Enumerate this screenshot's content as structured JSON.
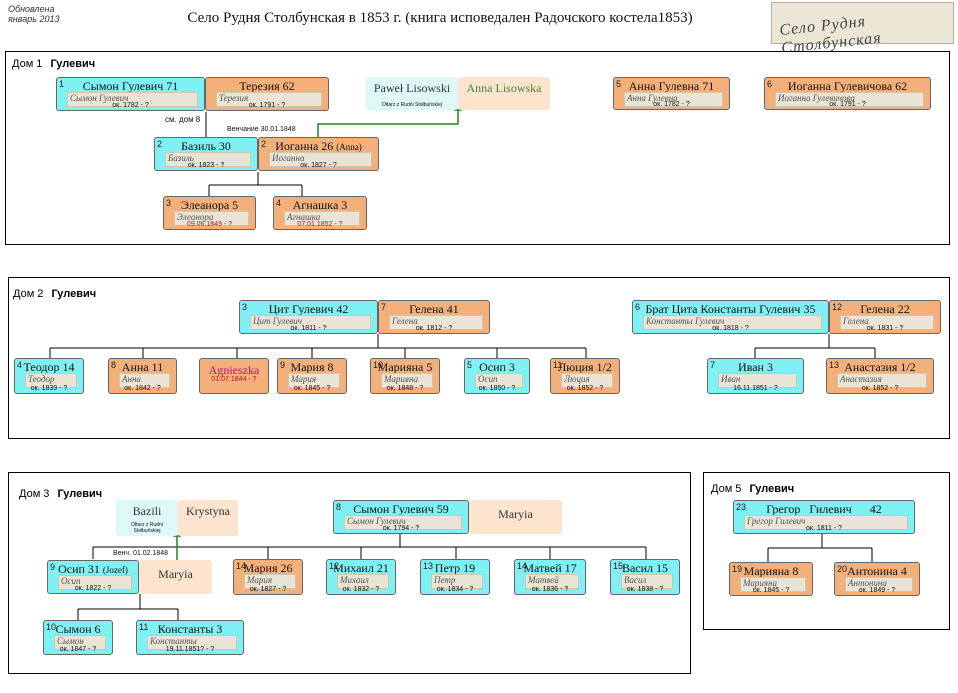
{
  "header": {
    "updated": "Обновлена январь 2013",
    "title": "Село Рудня Столбунская в 1853 г. (книга исповедален Радочского костела1853)",
    "signature": "Село Рудня Столбунская"
  },
  "colors": {
    "male": "#7ff0f4",
    "female": "#f4b07a",
    "polish_male": "#def8f8",
    "polish_female": "#fde4cf",
    "connector_green": "#1a8a1a"
  },
  "houses": [
    {
      "label": "Дом 1",
      "family": "Гулевич"
    },
    {
      "label": "Дом 2",
      "family": "Гулевич"
    },
    {
      "label": "Дом 3",
      "family": "Гулевич"
    },
    {
      "label": "Дом 5",
      "family": "Гулевич"
    }
  ],
  "persons": {
    "h1_p1": {
      "num": "1",
      "name": "Сымон Гулевич  71",
      "hw": "Сымон Гулевич",
      "date": "ок. 1782 - ?"
    },
    "h1_p_ter": {
      "num": "",
      "name": "Терезия  62",
      "hw": "Терезия",
      "date": "ок. 1791 - ?"
    },
    "h1_pawel": {
      "name": "Paweł Lisowski",
      "note": "Ołtarz z Rudni Stołbuńskiej"
    },
    "h1_anna_l": {
      "name": "Anna Lisowska"
    },
    "h1_p5": {
      "num": "5",
      "name": "Анна Гулевна  71",
      "hw": "Анна Гулевна",
      "date": "ок. 1782 - ?"
    },
    "h1_p6": {
      "num": "6",
      "name": "Иоганна Гулевичова  62",
      "hw": "Иоганна Гулевичова",
      "date": "ок. 1791 - ?"
    },
    "h1_p2": {
      "num": "2",
      "name": "Базиль 30",
      "hw": "Базиль",
      "date": "ок. 1823 - ?"
    },
    "h1_p2b": {
      "num": "2",
      "name": "Иоганна 26",
      "small": "(Anna)",
      "hw": "Иоганна",
      "date": "ок. 1827 - ?"
    },
    "h1_p3": {
      "num": "3",
      "name": "Элеанора  5",
      "hw": "Элеанора",
      "date": "09.06.1849 - ?"
    },
    "h1_p4": {
      "num": "4",
      "name": "Агнашка  3",
      "hw": "Агнашка",
      "date": "07.01.1852 - ?"
    },
    "h2_p3": {
      "num": "3",
      "name": "Цит Гулевич  42",
      "hw": "Цит Гулевич",
      "date": "ок. 1811 - ?"
    },
    "h2_p7": {
      "num": "7",
      "name": "Гелена  41",
      "hw": "Гелена",
      "date": "ок. 1812 - ?"
    },
    "h2_p6": {
      "num": "6",
      "name": "Брат Цита Константы Гулевич 35",
      "hw": "Константы Гулевич",
      "date": "ок. 1818 - ?"
    },
    "h2_p12": {
      "num": "12",
      "name": "Гелена  22",
      "hw": "Гелена",
      "date": "ок. 1831 - ?"
    },
    "h2_c4": {
      "num": "4",
      "name": "Теодор 14",
      "hw": "Теодор",
      "date": "ок. 1839 - ?"
    },
    "h2_c8": {
      "num": "8",
      "name": "Анна 11",
      "hw": "Анна",
      "date": "ок. 1842 - ?"
    },
    "h2_agn": {
      "name": "Agnieszka",
      "date": "01.07.1844 - ?"
    },
    "h2_c9": {
      "num": "9",
      "name": "Мария 8",
      "hw": "Мария",
      "date": "ок. 1845 - ?"
    },
    "h2_c10": {
      "num": "10",
      "name": "Марияна 5",
      "hw": "Марияна",
      "date": "ок. 1848 - ?"
    },
    "h2_c5": {
      "num": "5",
      "name": "Осип 3",
      "hw": "Осип",
      "date": "ок. 1850 - ?"
    },
    "h2_c11": {
      "num": "11",
      "name": "Люция 1/2",
      "hw": "Люция",
      "date": "ок. 1852 - ?"
    },
    "h2_c7": {
      "num": "7",
      "name": "Иван  3",
      "hw": "Иван",
      "date": "16.11.1851 - ?"
    },
    "h2_c13": {
      "num": "13",
      "name": "Анастазия  1/2",
      "hw": "Анастазия",
      "date": "ок. 1852 - ?"
    },
    "h3_bazili": {
      "name": "Bazili",
      "note": "Ołtarz z Rudni Stołbuńskiej"
    },
    "h3_krystyna": {
      "name": "Krystyna"
    },
    "h3_p8": {
      "num": "8",
      "name": "Сымон Гулевич  59",
      "hw": "Сымон Гулевич",
      "date": "ок. 1794 - ?"
    },
    "h3_maryia1": {
      "name": "Maryia"
    },
    "h3_p9": {
      "num": "9",
      "name": "Осип 31",
      "small": "(Jozef)",
      "hw": "Осип",
      "date": "ок. 1822 - ?"
    },
    "h3_maryia2": {
      "name": "Maryia"
    },
    "h3_p14": {
      "num": "14",
      "name": "Мария 26",
      "hw": "Мария",
      "date": "ок. 1827 - ?"
    },
    "h3_p12": {
      "num": "12",
      "name": "Михаил 21",
      "hw": "Михаил",
      "date": "ок. 1832 - ?"
    },
    "h3_p13": {
      "num": "13",
      "name": "Петр 19",
      "hw": "Петр",
      "date": "ок. 1834 - ?"
    },
    "h3_p14b": {
      "num": "14",
      "name": "Матвей 17",
      "hw": "Матвей",
      "date": "ок. 1836 - ?"
    },
    "h3_p15": {
      "num": "15",
      "name": "Васил 15",
      "hw": "Васил",
      "date": "ок. 1838 - ?"
    },
    "h3_p10": {
      "num": "10",
      "name": "Сымон  6",
      "hw": "Сымон",
      "date": "ок. 1847 - ?"
    },
    "h3_p11": {
      "num": "11",
      "name": "Константы 3",
      "hw": "Константы",
      "date": "19.11.1851? - ?"
    },
    "h5_p23": {
      "num": "23",
      "name": "Грегор   Гилевич      42",
      "hw": "Грегор Гилевич",
      "date": "ок. 1811 - ?"
    },
    "h5_p19": {
      "num": "19",
      "name": "Марияна  8",
      "hw": "Марияна",
      "date": "ок. 1845 - ?"
    },
    "h5_p20": {
      "num": "20",
      "name": "Антонина  4",
      "hw": "Антонина",
      "date": "ок. 1849 - ?"
    }
  },
  "notes": {
    "see_house8": "см. дом 8",
    "wedding1": "Венчание 30.01.1848",
    "wedding3": "Венч. 01.02.1848"
  }
}
